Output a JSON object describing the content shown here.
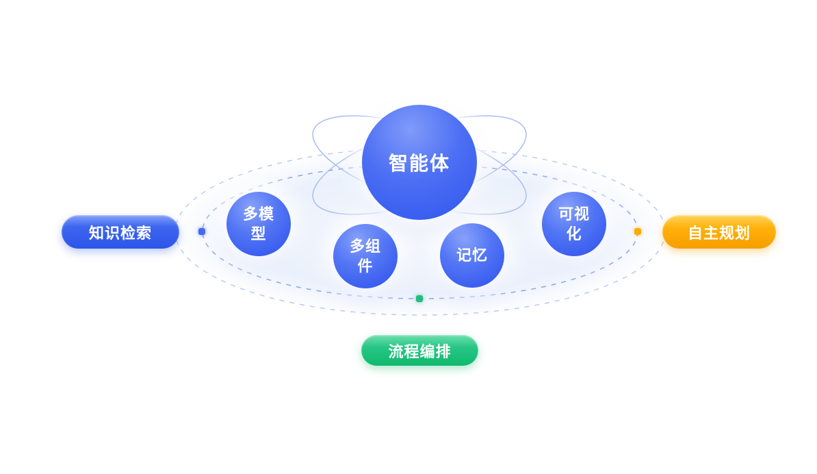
{
  "diagram": {
    "center_node": {
      "label": "智能体",
      "color": "#4466f2"
    },
    "orbit_nodes": [
      {
        "name": "multi-model",
        "label": "多模型"
      },
      {
        "name": "multi-component",
        "label": "多组件"
      },
      {
        "name": "memory",
        "label": "记忆"
      },
      {
        "name": "visualization",
        "label": "可视化"
      }
    ],
    "capability_pills": [
      {
        "name": "knowledge-retrieval",
        "label": "知识检索",
        "color": "#3a62ef"
      },
      {
        "name": "autonomous-planning",
        "label": "自主规划",
        "color": "#ffab00"
      },
      {
        "name": "workflow-orchestration",
        "label": "流程编排",
        "color": "#1fc07e"
      }
    ],
    "orbit_markers": [
      {
        "name": "left-marker",
        "color": "#3f66f0"
      },
      {
        "name": "right-marker",
        "color": "#ffaa00"
      },
      {
        "name": "bottom-marker",
        "color": "#22bd7f"
      }
    ],
    "palette": {
      "node_blue": "#4a6cf4",
      "orbit_line_inner": "#8fa9ee",
      "orbit_line_outer": "#bcc9f3",
      "atom_ring": "#a9bcf2",
      "background": "#ffffff"
    }
  }
}
